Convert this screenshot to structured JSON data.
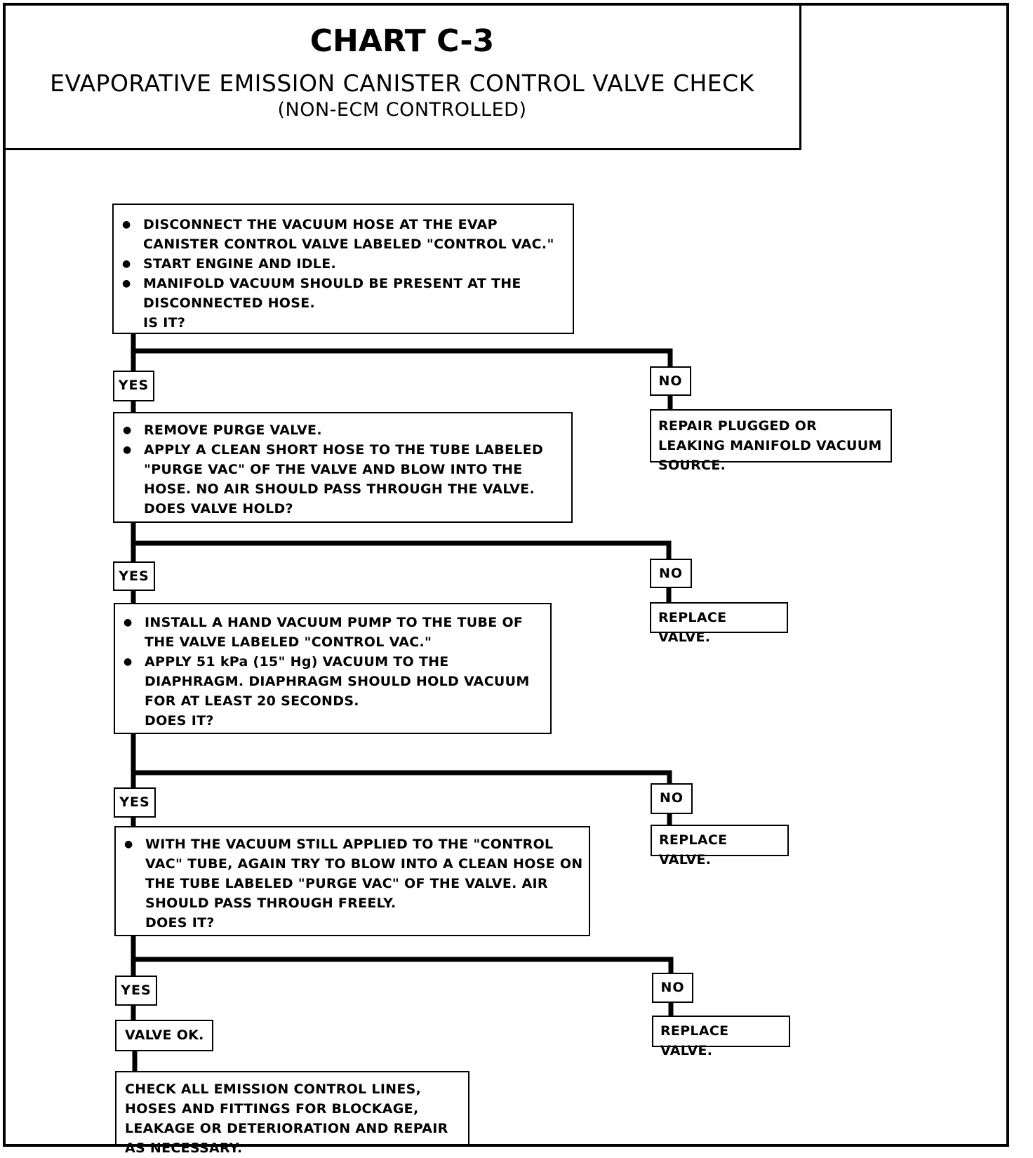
{
  "header": {
    "title": "CHART C-3",
    "subtitle": "EVAPORATIVE EMISSION CANISTER CONTROL VALVE CHECK",
    "subtitle2": "(NON-ECM CONTROLLED)"
  },
  "step1": {
    "bullets": [
      "DISCONNECT THE VACUUM HOSE AT THE EVAP CANISTER CONTROL VALVE LABELED \"CONTROL VAC.\"",
      "START ENGINE AND IDLE.",
      "MANIFOLD VACUUM SHOULD BE PRESENT AT THE DISCONNECTED HOSE."
    ],
    "question": "IS IT?"
  },
  "step2": {
    "bullets": [
      "REMOVE PURGE VALVE.",
      "APPLY A CLEAN SHORT HOSE TO THE TUBE LABELED \"PURGE VAC\" OF THE VALVE AND BLOW INTO THE HOSE. NO AIR SHOULD PASS THROUGH THE VALVE."
    ],
    "question": "DOES VALVE HOLD?"
  },
  "step3": {
    "bullets": [
      "INSTALL A HAND VACUUM PUMP TO THE TUBE OF THE VALVE LABELED \"CONTROL VAC.\"",
      "APPLY 51 kPa (15\" Hg) VACUUM TO THE DIAPHRAGM. DIAPHRAGM SHOULD HOLD VACUUM FOR AT LEAST 20 SECONDS."
    ],
    "question": "DOES IT?"
  },
  "step4": {
    "bullets": [
      "WITH THE VACUUM STILL APPLIED TO THE \"CONTROL VAC\" TUBE, AGAIN TRY TO BLOW INTO A CLEAN HOSE ON THE TUBE LABELED \"PURGE VAC\" OF THE VALVE. AIR SHOULD PASS THROUGH FREELY."
    ],
    "question": "DOES IT?"
  },
  "labels": {
    "yes": "YES",
    "no": "NO"
  },
  "no_results": [
    "REPAIR PLUGGED OR LEAKING MANIFOLD VACUUM SOURCE.",
    "REPLACE VALVE.",
    "REPLACE VALVE.",
    "REPLACE VALVE."
  ],
  "valve_ok": "VALVE OK.",
  "final_step": "CHECK ALL EMISSION CONTROL LINES, HOSES AND FITTINGS FOR BLOCKAGE, LEAKAGE OR DETERIORATION AND REPAIR AS NECESSARY."
}
